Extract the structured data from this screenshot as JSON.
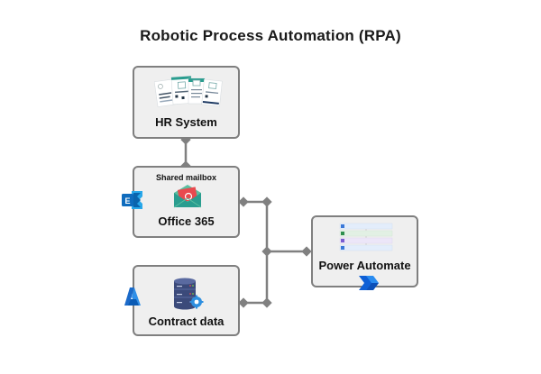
{
  "title": "Robotic Process Automation (RPA)",
  "nodes": {
    "hr": {
      "label": "HR System",
      "icon": "documents-icon"
    },
    "office": {
      "label": "Office 365",
      "sublabel": "Shared mailbox",
      "icon": "envelope-icon",
      "badge": "exchange-icon",
      "badge_letter": "E"
    },
    "contract": {
      "label": "Contract data",
      "icon": "database-icon",
      "badge": "azure-icon"
    },
    "power": {
      "label": "Power Automate",
      "icon": "flow-steps-icon",
      "badge": "power-automate-icon"
    }
  },
  "edges": [
    {
      "from": "HR System",
      "to": "Office 365"
    },
    {
      "from": "Office 365",
      "to": "Power Automate"
    },
    {
      "from": "Contract data",
      "to": "Power Automate"
    }
  ],
  "colors": {
    "node_fill": "#efefef",
    "node_border": "#7f7f7f",
    "connector": "#808080",
    "teal": "#2a9d8f",
    "exchange_blue": "#0f6cbd",
    "azure_blue": "#0a78d4",
    "db_navy": "#3b4a7a"
  }
}
